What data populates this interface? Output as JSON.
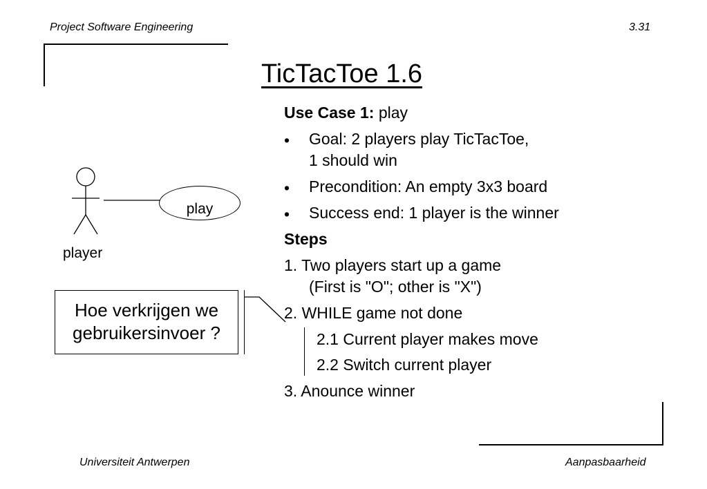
{
  "header": {
    "course": "Project Software Engineering",
    "page_number": "3.31"
  },
  "footer": {
    "university": "Universiteit Antwerpen",
    "chapter": "Aanpasbaarheid"
  },
  "slide": {
    "title": "TicTacToe 1.6"
  },
  "diagram": {
    "actor_label": "player",
    "usecase_label": "play"
  },
  "callout": {
    "line1": "Hoe verkrijgen we",
    "line2": "gebruikersinvoer ?"
  },
  "content": {
    "usecase_heading": "Use Case 1:",
    "usecase_name": "play",
    "bullet_char": "•",
    "bullets": [
      {
        "line1": "Goal: 2 players play TicTacToe,",
        "line2": "1 should win"
      },
      {
        "line1": "Precondition: An empty 3x3 board"
      },
      {
        "line1": "Success end: 1 player is the winner"
      }
    ],
    "steps_heading": "Steps",
    "steps": [
      {
        "line1": "1. Two players start up a game",
        "line2": "(First is \"O\"; other is \"X\")"
      },
      {
        "line1": "2. WHILE game not done"
      },
      {
        "line1": "2.1 Current player makes move"
      },
      {
        "line1": "2.2 Switch current player"
      },
      {
        "line1": "3. Anounce winner"
      }
    ]
  }
}
